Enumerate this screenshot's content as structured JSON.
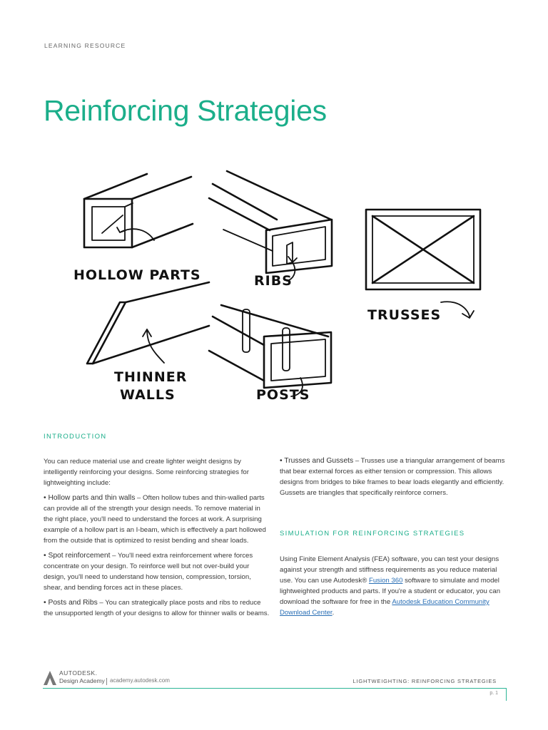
{
  "header": {
    "kicker": "LEARNING RESOURCE",
    "title": "Reinforcing Strategies"
  },
  "illustration": {
    "labels": {
      "hollow": "HOLLOW PARTS",
      "ribs": "RIBS",
      "trusses": "TRUSSES",
      "thinner": "THINNER",
      "walls": "WALLS",
      "posts": "POSTS"
    }
  },
  "intro": {
    "heading": "INTRODUCTION",
    "paragraph": "You can reduce material use and create lighter weight designs by intelligently reinforcing your designs. Some reinforcing strategies for lightweighting include:",
    "bullets": [
      {
        "lead": "• Hollow parts and thin walls",
        "text": " – Often hollow tubes and thin-walled parts can provide all of the strength your design needs. To remove material in the right place, you'll need to understand the forces at work. A surprising example of a hollow part is an I-beam, which is effectively a part hollowed from the outside that is optimized to resist bending and shear loads."
      },
      {
        "lead": "• Spot reinforcement",
        "text": " – You'll need extra reinforcement where forces concentrate on your design. To reinforce well but not over-build your design, you'll need to understand how tension, compression, torsion, shear, and bending forces act in these places."
      },
      {
        "lead": "• Posts and Ribs",
        "text": " – You can strategically place posts and ribs to reduce the unsupported length of your designs to allow for thinner walls or beams."
      }
    ]
  },
  "right": {
    "trusses_lead": "• Trusses and Gussets",
    "trusses_text": " – Trusses use a triangular arrangement of beams that bear external forces as either tension or compression. This allows designs from bridges to bike frames to bear loads elegantly and efficiently. Gussets are triangles that specifically reinforce corners.",
    "sim_heading": "SIMULATION FOR REINFORCING STRATEGIES",
    "sim_text_1": "Using Finite Element Analysis (FEA) software, you can test your designs against your strength and stiffness requirements as you reduce material use. You can use Autodesk® ",
    "sim_link_1": "Fusion 360",
    "sim_text_2": " software to simulate and model lightweighted products and parts. If you're a student or educator, you can download the software for free in the ",
    "sim_link_2": "Autodesk Education Community Download Center",
    "sim_text_3": "."
  },
  "footer": {
    "brand_1": "AUTODESK.",
    "brand_2": "Design Academy",
    "url": "academy.autodesk.com",
    "right": "LIGHTWEIGHTING: REINFORCING STRATEGIES",
    "page": "p. 1"
  },
  "colors": {
    "accent": "#1bae8a",
    "link": "#2a6fb5",
    "rule": "#2bb596"
  }
}
